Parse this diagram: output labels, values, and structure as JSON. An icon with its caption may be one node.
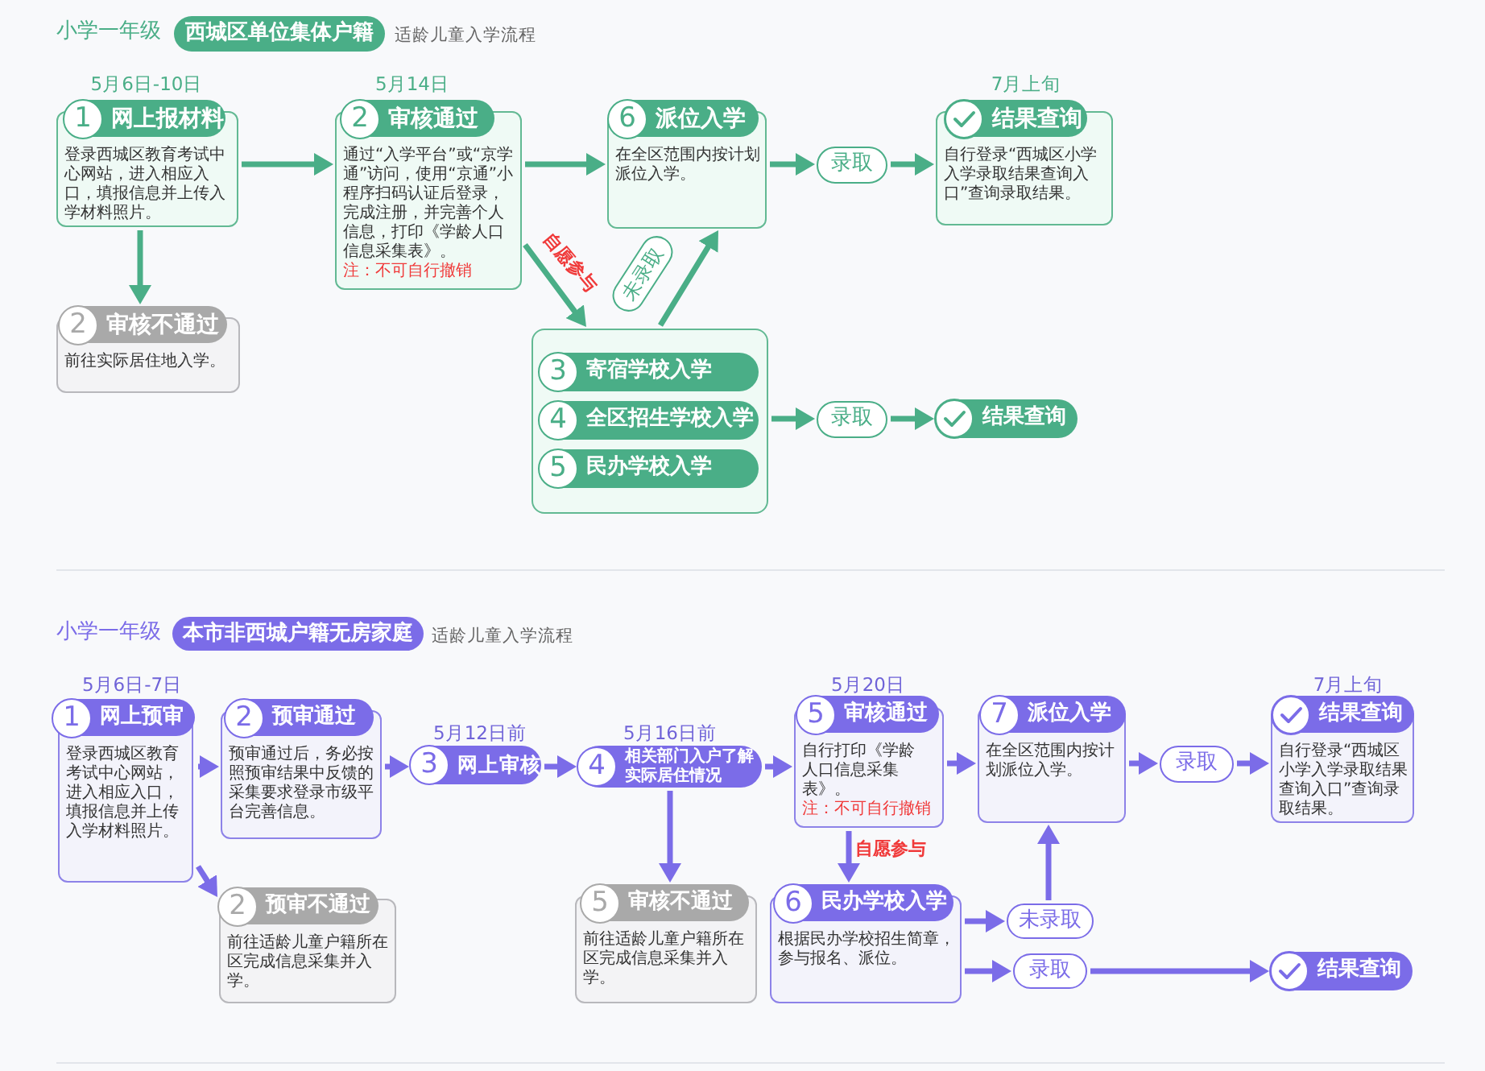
{
  "diagram": {
    "nodes": [
      {
        "text": [
          "西城区单位集体户籍"
        ]
      },
      {
        "text": [
          "1",
          "网上报材料",
          "登录西城区教育考试中心网站，进入相应入口，填报信息并上传入学材料照片。"
        ],
        "beside": [
          "5月6日-10日"
        ]
      },
      {
        "text": [
          "2",
          "审核通过",
          "通过“入学平台”或“京学通”访问，使用“京通”小程序扫码认证后登录，完成注册，并完善个人信息，打印《学龄人口信息采集表》。",
          "注：不可自行撤销"
        ],
        "beside": [
          "5月14日"
        ]
      },
      {
        "text": [
          "6",
          "派位入学",
          "在全区范围内按计划派位入学。"
        ]
      },
      {
        "text": [
          "录取"
        ]
      },
      {
        "text": [
          "结果查询",
          "自行登录“西城区小学入学录取结果查询入口”查询录取结果。"
        ],
        "beside": [
          "7月上旬"
        ]
      },
      {
        "text": [
          "2",
          "审核不通过",
          "前往实际居住地入学。"
        ]
      },
      {
        "text": [],
        "shape": "box"
      },
      {
        "text": [
          "3",
          "寄宿学校入学"
        ],
        "in": 7
      },
      {
        "text": [
          "4",
          "全区招生学校入学"
        ],
        "in": 7
      },
      {
        "text": [
          "5",
          "民办学校入学"
        ],
        "in": 7
      },
      {
        "text": [
          "录取"
        ]
      },
      {
        "text": [
          "结果查询"
        ]
      },
      {
        "text": [
          "本市非西城户籍无房家庭"
        ]
      },
      {
        "text": [
          "1",
          "网上预审",
          "登录西城区教育考试中心网站，进入相应入口，填报信息并上传入学材料照片。"
        ],
        "beside": [
          "5月6日-7日"
        ]
      },
      {
        "text": [
          "2",
          "预审通过",
          "预审通过后，务必按照预审结果中反馈的采集要求登录市级平台完善信息。"
        ]
      },
      {
        "text": [
          "3",
          "网上审核"
        ],
        "beside": [
          "5月12日前"
        ]
      },
      {
        "text": [
          "4",
          "相关部门入户了解实际居住情况"
        ],
        "beside": [
          "5月16日前"
        ]
      },
      {
        "text": [
          "5",
          "审核通过",
          "自行打印《学龄人口信息采集表》。",
          "注：不可自行撤销"
        ],
        "beside": [
          "5月20日"
        ]
      },
      {
        "text": [
          "7",
          "派位入学",
          "在全区范围内按计划派位入学。"
        ]
      },
      {
        "text": [
          "录取"
        ]
      },
      {
        "text": [
          "结果查询",
          "自行登录“西城区小学入学录取结果查询入口”查询录取结果。"
        ],
        "beside": [
          "7月上旬"
        ]
      },
      {
        "text": [
          "2",
          "预审不通过",
          "前往适龄儿童户籍所在区完成信息采集并入学。"
        ]
      },
      {
        "text": [
          "5",
          "审核不通过",
          "前往适龄儿童户籍所在区完成信息采集并入学。"
        ]
      },
      {
        "text": [
          "6",
          "民办学校入学",
          "根据民办学校招生简章，参与报名、派位。"
        ]
      },
      {
        "text": [
          "未录取"
        ]
      },
      {
        "text": [
          "录取"
        ]
      },
      {
        "text": [
          "结果查询"
        ]
      }
    ],
    "edges": [
      {
        "from": 1,
        "to": 2,
        "arrow": "to",
        "color": "#4aae87"
      },
      {
        "from": 1,
        "to": 6,
        "arrow": "to",
        "color": "#4aae87"
      },
      {
        "from": 2,
        "to": 3,
        "arrow": "to",
        "color": "#4aae87"
      },
      {
        "from": 3,
        "to": 4,
        "arrow": "to",
        "color": "#4aae87"
      },
      {
        "from": 4,
        "to": 5,
        "arrow": "to",
        "color": "#4aae87"
      },
      {
        "from": 2,
        "to": 7,
        "arrow": "to",
        "label": "自愿参与",
        "color": "#4aae87"
      },
      {
        "from": 7,
        "to": 3,
        "arrow": "to",
        "label": "未录取",
        "color": "#4aae87"
      },
      {
        "from": 7,
        "to": 11,
        "arrow": "to",
        "color": "#4aae87"
      },
      {
        "from": 11,
        "to": 12,
        "arrow": "to",
        "color": "#4aae87"
      },
      {
        "from": 14,
        "to": 15,
        "arrow": "to"
      },
      {
        "from": 14,
        "to": 22,
        "arrow": "to"
      },
      {
        "from": 15,
        "to": 16,
        "arrow": "to"
      },
      {
        "from": 16,
        "to": 17,
        "arrow": "to"
      },
      {
        "from": 17,
        "to": 23,
        "arrow": "to"
      },
      {
        "from": 17,
        "to": 18,
        "arrow": "to"
      },
      {
        "from": 18,
        "to": 24,
        "arrow": "to",
        "label": "自愿参与"
      },
      {
        "from": 18,
        "to": 19,
        "arrow": "to"
      },
      {
        "from": 19,
        "to": 20,
        "arrow": "to"
      },
      {
        "from": 20,
        "to": 21,
        "arrow": "to"
      },
      {
        "from": 24,
        "to": 25,
        "arrow": "to"
      },
      {
        "from": 25,
        "to": 19,
        "arrow": "to"
      },
      {
        "from": 24,
        "to": 26,
        "arrow": "to"
      },
      {
        "from": 26,
        "to": 27,
        "arrow": "to"
      }
    ],
    "labels": [
      "小学一年级",
      "适龄儿童入学流程",
      "小学一年级",
      "适龄儿童入学流程"
    ]
  }
}
